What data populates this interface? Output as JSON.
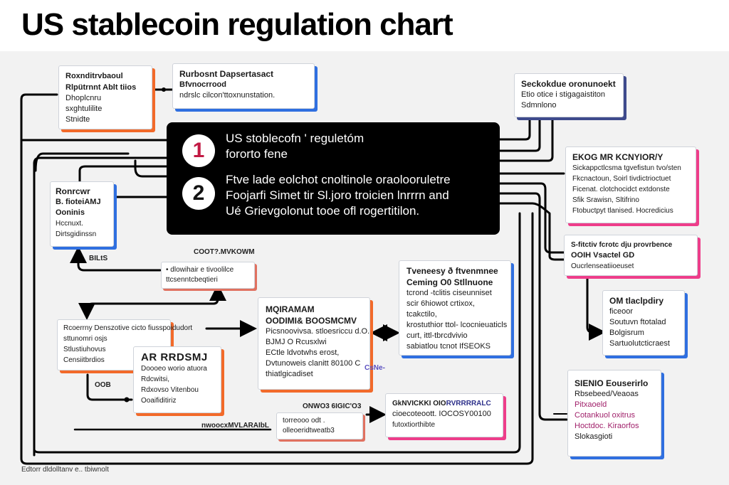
{
  "title": "US stablecoin regulation chart",
  "central": {
    "badge1": "1",
    "badge2": "2",
    "heading": [
      "US stoblecofn ' reguletóm",
      "fororto fene"
    ],
    "body": [
      "Ftve lade eolchot cnoltinole oraolooruletre",
      "Foojarfi Simet tir Sl.joro troicien lnrrrn and",
      "Ué Grievgolonut tooe ofl rogertitilon."
    ]
  },
  "boxes": {
    "top_left": {
      "heading": [
        "Roxnditrvbaoul",
        "Rlpütrnnt Ablt tiios"
      ],
      "lines": [
        "Dhoplcnru",
        "sxghtulilite",
        "Stnidte"
      ]
    },
    "top_mid": {
      "heading": [
        "Rurbosnt Dapsertasact"
      ],
      "lines": [
        "Bfvnocrrood",
        "ndrslc cilcon'ttoxnunstation."
      ]
    },
    "top_right": {
      "heading": [
        "Seckokdue oronunoekt"
      ],
      "lines": [
        "Etio otice i stigagaistiton",
        "Sdmnlono"
      ]
    },
    "right_1": {
      "heading": [
        "EKOG MR KCNYIOR/Y"
      ],
      "lines": [
        "Sickappctlcsma tgvefistun tvo/sten",
        "Fkcnactoun, Soirl tivdictrioctuet",
        "Ficenat. clotchocidct extdonste",
        "Sfik Srawisn, Sltifrino",
        "Ftobuctpyt tlanised. Hocredicius"
      ]
    },
    "right_2": {
      "heading": [
        "S-fitctiv fcrotc dju provrbence",
        "OOIH Vsactel GD"
      ],
      "lines": [
        "Oucrlenseatiioeuset"
      ]
    },
    "right_3": {
      "heading": [
        "OM tlaclpdiry"
      ],
      "lines": [
        "ficeoor",
        "Soutuvn ftotalad",
        "Bolgisrum",
        "Sartuolutcticraest"
      ]
    },
    "right_4": {
      "heading": [
        "SIENIO Eouserirlo"
      ],
      "lines": [
        "Rbsebeed/Veaoas",
        "Pitxaoeld",
        "Cotankuol oxitrus",
        "Hoctdoc. Kiraorfos",
        "Slokasgioti"
      ]
    },
    "left_mid": {
      "heading": [
        "Ronrcwr",
        "B. fioteiAMJ",
        "Ooninis"
      ],
      "lines": [
        "Hccnuxt.",
        "Dirtsgidinssn"
      ]
    },
    "mid_small": {
      "lines": [
        "• dlowihair e tivoolilce",
        "ttcsenntcbeqtieri"
      ]
    },
    "left_lower": {
      "heading": [
        "Rcoerrny Denszotive cicto fiusspoidudort"
      ],
      "lines": [
        "sttunomri osjs",
        "Stlustiuhovus",
        "Censiitbrdios"
      ]
    },
    "ar_box": {
      "heading": [
        "AR RRDSMJ"
      ],
      "lines": [
        "Doooeo worio atuora",
        "Rdcwitsi,",
        "Rdxovso Vitenbou",
        "Ooaifiditiriz"
      ]
    },
    "center_lower": {
      "heading": [
        "MQIRAMAM",
        "OODIMI& BOOSMCMV"
      ],
      "lines": [
        "Picsnoovivsa. stloesriccu d.O.",
        "BJMJ O Rcusxlwi",
        "ECtle ldvotwhs erost,",
        "Dvtunoweis clanitt 80100 C"
      ],
      "last": "thiatlgicadiset"
    },
    "right_center": {
      "heading": [
        "Tveneesy ð ftvenmnee",
        "Ceming O0 Stllnuone"
      ],
      "lines": [
        "tcrond -tclitis ciseunniset",
        "scir 6hiowot crtixox,",
        "tcakctilo,",
        "krostuthior ttol- lcocnieuaticls",
        "curt, ittl-tbrcdvivio",
        "sabiatlou tcnot IfSEOKS"
      ]
    },
    "bottom_small": {
      "lines": [
        "torreooo odt .",
        "olleoeridtweatb3"
      ]
    },
    "bottom_pink": {
      "line1a": "GkNVICKKI OIO",
      "line1b": "RVRRRRALC",
      "lines": [
        "cioecoteoott. IOCOSY00100",
        "futoxtiorthibte"
      ]
    }
  },
  "labels": {
    "coot": "COOT?.MVKOWM",
    "blts": "BILtS",
    "oob": "OOB",
    "onwo": "ONWO3 6IGIC'O3",
    "nwoc": "nwoocxMVLARAIbL",
    "scribble": "CsNe-"
  },
  "footer": "Edtorr dldolltanv e.. tbiwnolt",
  "colors": {
    "orange": "#f26a2a",
    "blue": "#2f6fe0",
    "pink": "#ee3d8a",
    "navy": "#3e4a8c",
    "central_bg": "#000000",
    "badge1_color": "#c21a44"
  }
}
